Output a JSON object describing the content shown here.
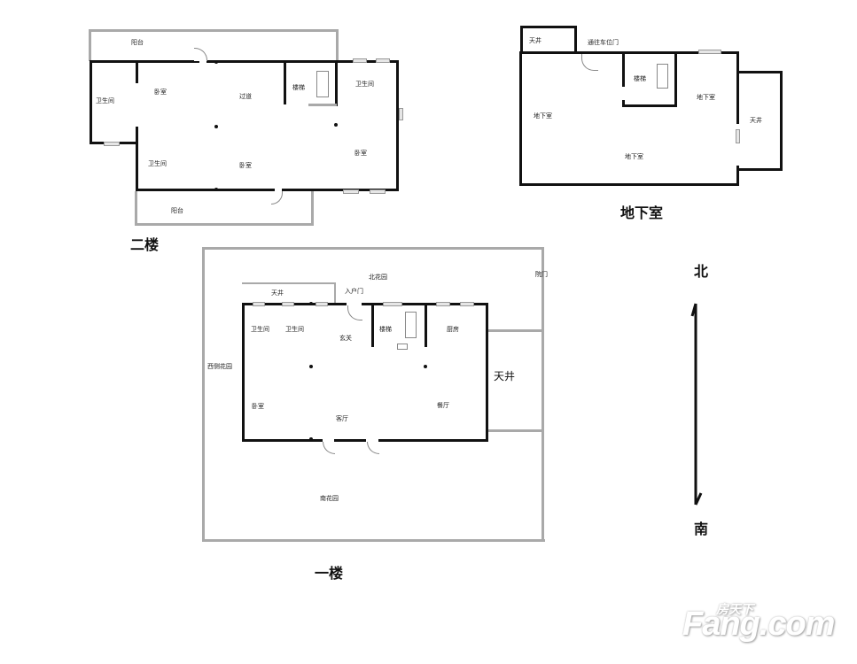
{
  "floors": {
    "second": {
      "title": "二楼",
      "rooms": {
        "balcony_north": "阳台",
        "bathroom_west": "卫生间",
        "bedroom_nw": "卧室",
        "corridor": "过道",
        "stairs": "楼梯",
        "bathroom_east": "卫生间",
        "bathroom_sw": "卫生间",
        "bedroom_center": "卧室",
        "bedroom_east": "卧室",
        "balcony_south": "阳台"
      }
    },
    "basement": {
      "title": "地下室",
      "rooms": {
        "skylight_nw": "天井",
        "garage_door": "通往车位门",
        "stairs": "楼梯",
        "basement_west": "地下室",
        "basement_east": "地下室",
        "basement_center": "地下室",
        "skylight_east": "天井"
      }
    },
    "first": {
      "title": "一楼",
      "rooms": {
        "north_garden": "北花园",
        "courtyard_door": "院门",
        "skylight_north": "天井",
        "entrance_door": "入户门",
        "bathroom_1": "卫生间",
        "bathroom_2": "卫生间",
        "foyer": "玄关",
        "stairs": "楼梯",
        "kitchen": "厨房",
        "west_garden": "西侧花园",
        "skylight_east": "天井",
        "bedroom": "卧室",
        "living_room": "客厅",
        "dining_room": "餐厅",
        "south_garden": "南花园"
      }
    }
  },
  "compass": {
    "north": "北",
    "south": "南"
  },
  "watermark": {
    "brand_cn": "房天下",
    "brand_en": "Fang.com"
  },
  "colors": {
    "wall": "#111111",
    "outline": "#a9a9a9",
    "background": "#ffffff"
  }
}
